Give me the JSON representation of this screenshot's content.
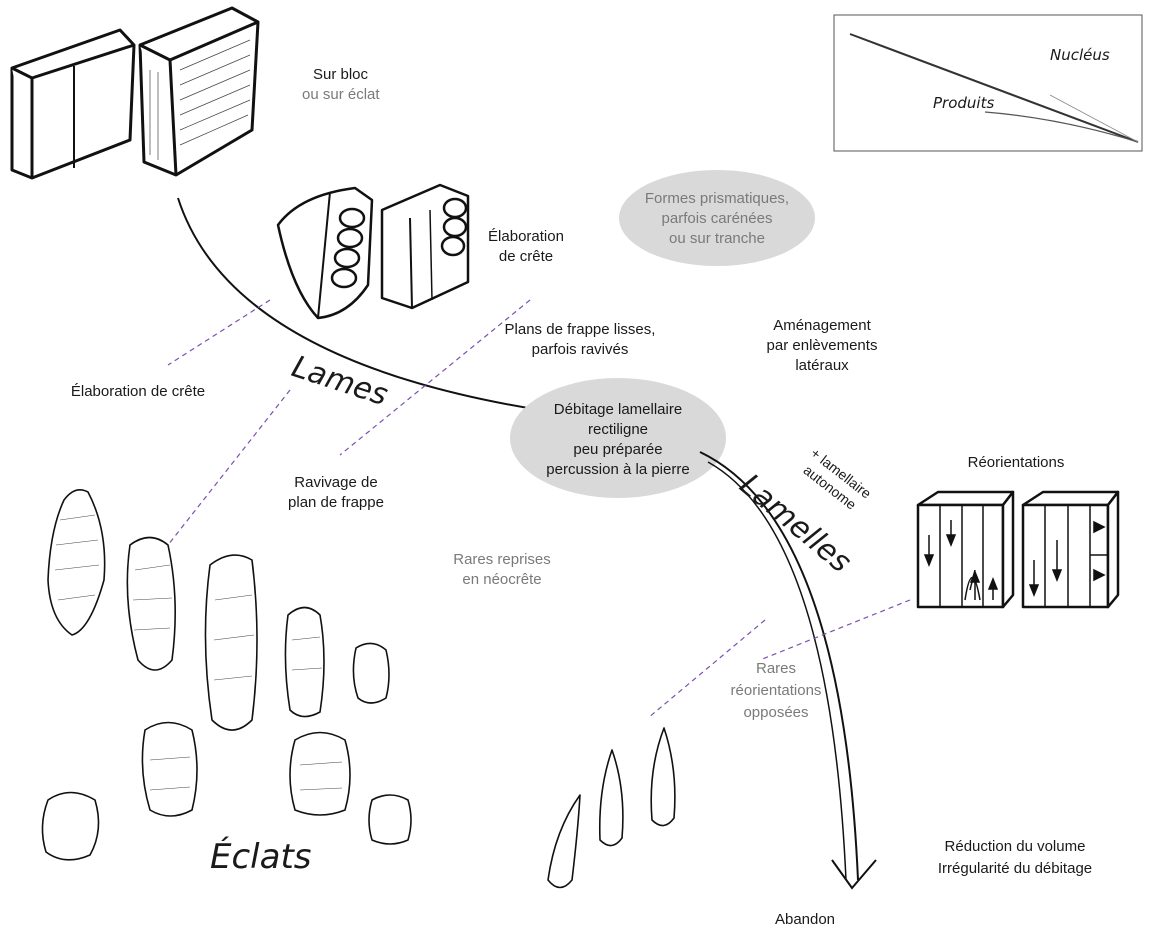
{
  "legend": {
    "nucleus": "Nucléus",
    "produits": "Produits"
  },
  "nucleus_forms": {
    "line1": "Formes prismatiques,",
    "line2": "parfois carénées",
    "line3": "ou sur tranche"
  },
  "start": {
    "sur_bloc": "Sur bloc",
    "sur_eclat": "ou sur éclat"
  },
  "crete": {
    "line1": "Élaboration",
    "line2": "de crête"
  },
  "crete_products": "Élaboration de crête",
  "plans": {
    "line1": "Plans de frappe lisses,",
    "line2": "parfois ravivés"
  },
  "amenagement": {
    "line1": "Aménagement",
    "line2": "par enlèvements",
    "line3": "latéraux"
  },
  "central": {
    "line1": "Débitage lamellaire",
    "line2": "rectiligne",
    "line3": "peu préparée",
    "line4": "percussion à la pierre"
  },
  "ravivage": {
    "line1": "Ravivage de",
    "line2": "plan de frappe"
  },
  "neocrete": {
    "line1": "Rares reprises",
    "line2": "en néocrête"
  },
  "lamellaire_autonome": {
    "line1": "+ lamellaire",
    "line2": "autonome"
  },
  "reorientations": "Réorientations",
  "rares_reorientations": {
    "line1": "Rares",
    "line2": "réorientations",
    "line3": "opposées"
  },
  "reduction": {
    "line1": "Réduction du volume",
    "line2": "Irrégularité du débitage"
  },
  "abandon": "Abandon",
  "phase_labels": {
    "lames": "Lames",
    "lamelles": "Lamelles",
    "eclats": "Éclats"
  },
  "colors": {
    "grey_bubble": "#d9d9d9",
    "dashed": "#7b4fb0",
    "grey_text": "#7a7a7a",
    "ink": "#1a1a1a"
  }
}
